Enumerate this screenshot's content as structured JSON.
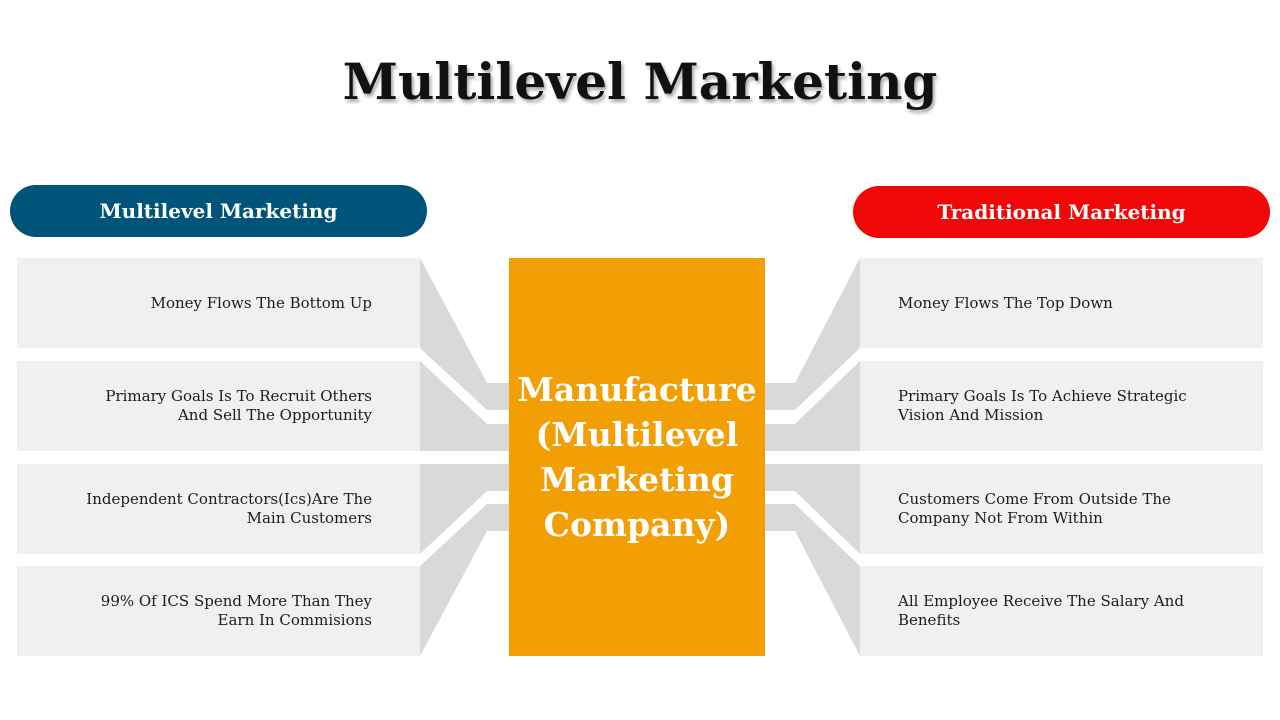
{
  "title": "Multilevel Marketing",
  "left_header": "Multilevel Marketing",
  "right_header": "Traditional Marketing",
  "center_label": "Manufacture (Multilevel Marketing Company)",
  "left_items": [
    "Money Flows The Bottom  Up",
    "Primary Goals Is To Recruit Others And Sell The Opportunity",
    "Independent Contractors(Ics)Are The Main Customers",
    "99% Of ICS Spend More Than They Earn In Commisions"
  ],
  "right_items": [
    "Money Flows The Top Down",
    "Primary Goals Is To Achieve Strategic Vision And Mission",
    "Customers Come From Outside The Company Not From Within",
    "All Employee Receive The Salary And Benefits"
  ],
  "colors": {
    "left_header": "#00547a",
    "right_header": "#f00808",
    "center_box": "#f29f05",
    "row_fill": "#f0f0f0",
    "connector": "#d9d9d9"
  }
}
